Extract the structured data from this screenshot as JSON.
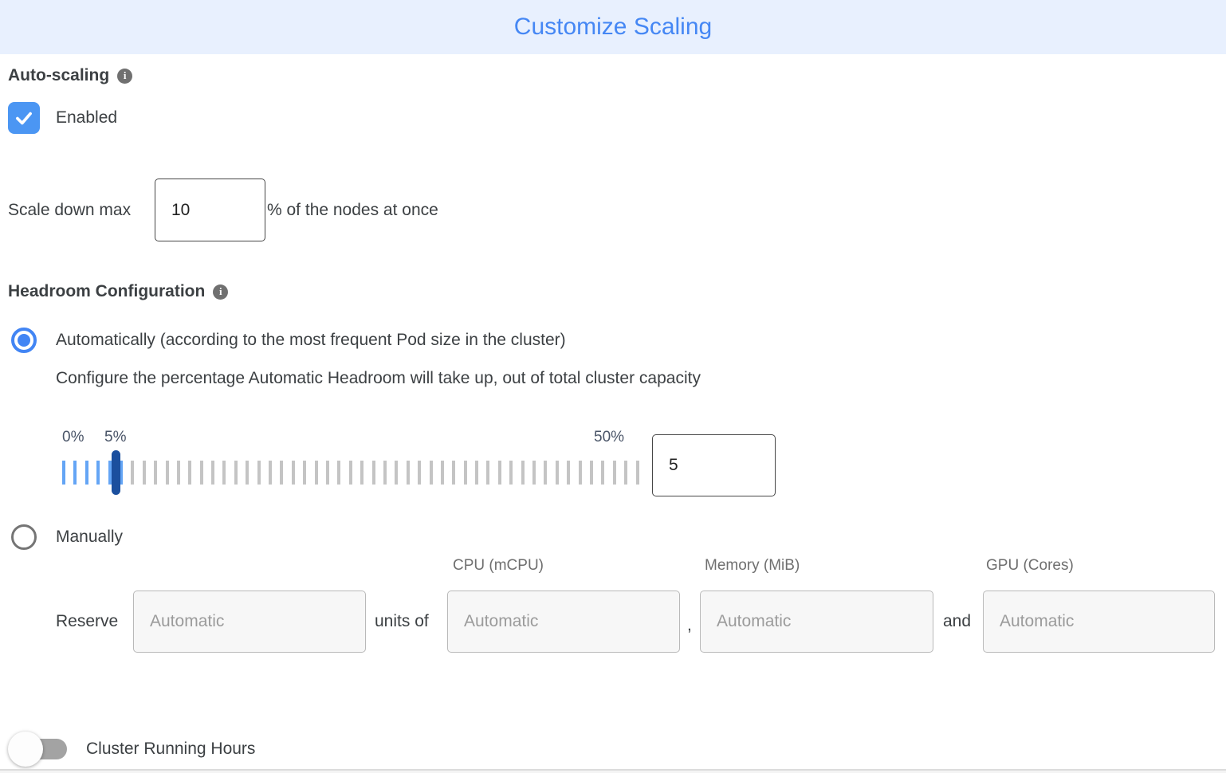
{
  "header": {
    "title": "Customize Scaling"
  },
  "auto_scaling": {
    "label": "Auto-scaling",
    "enabled_label": "Enabled",
    "checkbox_checked": true
  },
  "scale_down": {
    "label": "Scale down max",
    "value": "10",
    "suffix": "% of the nodes at once"
  },
  "headroom": {
    "label": "Headroom Configuration",
    "auto_option": "Automatically (according to the most frequent Pod size in the cluster)",
    "auto_description": "Configure the percentage Automatic Headroom will take up, out of total cluster capacity",
    "manual_option": "Manually",
    "slider": {
      "min_label": "0%",
      "current_label": "5%",
      "max_label": "50%",
      "value": "5",
      "tick_count": 51,
      "active_ticks": 6,
      "handle_index": 5
    },
    "manual_fields": {
      "reserve_label": "Reserve",
      "units_label": "units of",
      "comma": ",",
      "and_label": "and",
      "columns": [
        "CPU (mCPU)",
        "Memory (MiB)",
        "GPU (Cores)"
      ],
      "placeholders": [
        "Automatic",
        "Automatic",
        "Automatic",
        "Automatic"
      ]
    }
  },
  "cluster_running_hours": {
    "label": "Cluster Running Hours",
    "toggle_on": false
  },
  "colors": {
    "accent_blue": "#4285f4",
    "header_bg": "#e8f0fe",
    "tick_blue": "#64a5f5",
    "tick_gray": "#c4c4c4",
    "handle_navy": "#1b4f9e"
  }
}
